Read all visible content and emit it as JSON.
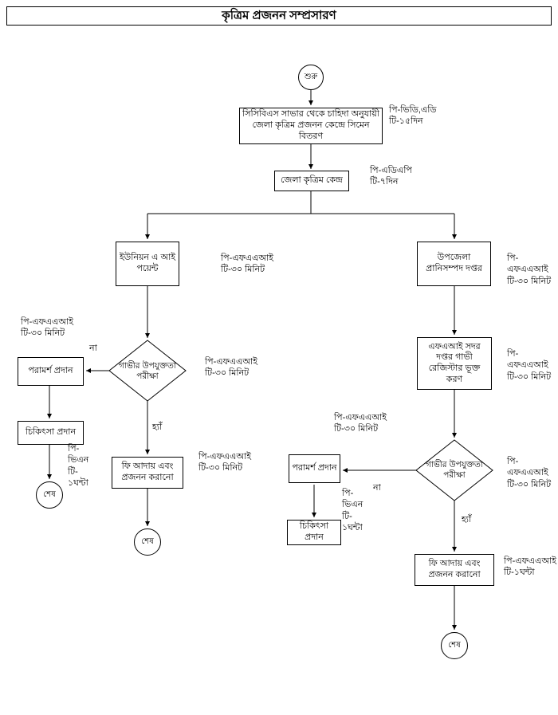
{
  "title": "কৃত্রিম প্রজনন সম্প্রসারণ",
  "nodes": {
    "start": "শুরু",
    "semen_distribution": "সিসিবিএস সাভার থেকে চাহিদা অনুযায়ী জেলা কৃত্রিম প্রজনন কেন্দ্রে সিমেন বিতরণ",
    "district_ai_center": "জেলা কৃত্রিম কেন্দ্র",
    "union_ai_point": "ইউনিয়ন এ আই পয়েন্ট",
    "upazila_livestock_office": "উপজেলা প্রানিসম্পদ দপ্তর",
    "cow_suitability_test_left": "গাভীর উপযুক্ততা পরীক্ষা",
    "advice_left": "পরামর্শ প্রদান",
    "treatment_left": "চিকিৎসা প্রদান",
    "end_after_treatment_left": "শেষ",
    "fee_and_insemination_left": "ফি আদায় এবং প্রজনন করানো",
    "end_after_fee_left": "শেষ",
    "fai_headquarter_register": "এফএআই সদর দপ্তর গাভী রেজিস্টার ভূক্ত করণ",
    "cow_suitability_test_right": "গাভীর উপযুক্ততা পরীক্ষা",
    "advice_right": "পরামর্শ প্রদান",
    "treatment_right": "চিকিৎসা প্রদান",
    "fee_and_insemination_right": "ফি আদায় এবং প্রজনন করানো",
    "end_right": "শেষ"
  },
  "annotations": {
    "semen_distribution": "পি-ভিডি,এডি\nটি-১৫দিন",
    "district_ai_center": "পি-এডিএপি\nটি-৭দিন",
    "union_ai_point": "পি-এফএএআই\nটি-৩০ মিনিট",
    "upazila_livestock_office": "পি-এফএএআই\nটি-৩০ মিনিট",
    "advice_left": "পি-এফএএআই\nটি-৩০ মিনিট",
    "test_left": "পি-এফএএআই\nটি-৩০ মিনিট",
    "treatment_left": "পি-\nভিএন\nটি-\n১ঘন্টা",
    "fee_left": "পি-এফএএআই\nটি-৩০ মিনিট",
    "fai_register": "পি-এফএএআই\nটি-৩০ মিনিট",
    "test_right": "পি-এফএএআই\nটি-৩০ মিনিট",
    "advice_right": "পি-এফএএআই\nটি-৩০ মিনিট",
    "treatment_right": "পি-\nভিএন\nটি-\n১ঘন্টা",
    "fee_right": "পি-এফএএআই\nটি-১ঘন্টা"
  },
  "branch_labels": {
    "no_left": "না",
    "yes_left": "হ্যাঁ",
    "no_right": "না",
    "yes_right": "হ্যাঁ"
  }
}
